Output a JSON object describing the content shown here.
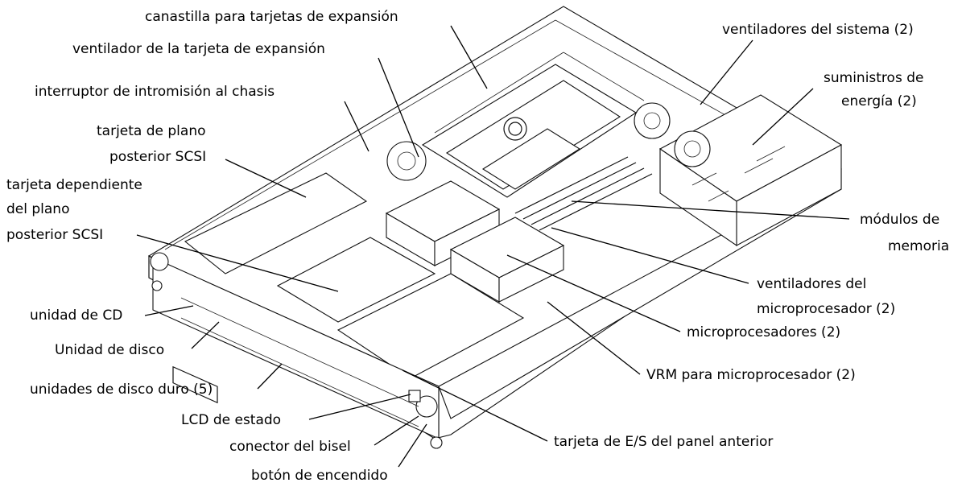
{
  "labels": {
    "card_cage": "canastilla para tarjetas de expansión",
    "system_fans": "ventiladores del sistema (2)",
    "card_fan": "ventilador de la tarjeta de expansión",
    "power_supplies_1": "suministros de",
    "power_supplies_2": "energía (2)",
    "intrusion_switch": "interruptor de intromisión al chasis",
    "backplane_1": "tarjeta de plano",
    "backplane_2": "posterior SCSI",
    "daughter_1": "tarjeta dependiente",
    "daughter_2": "del plano",
    "daughter_3": "posterior SCSI",
    "memory_1": "módulos de",
    "memory_2": "memoria",
    "cpu_fans_1": "ventiladores del",
    "cpu_fans_2": "microprocesador (2)",
    "cd_drive": "unidad de CD",
    "processors": "microprocesadores (2)",
    "diskette": "Unidad de disco",
    "vrm": "VRM para microprocesador (2)",
    "hard_drives": "unidades de disco duro (5)",
    "status_lcd": "LCD de estado",
    "bezel_connector": "conector del bisel",
    "io_board": "tarjeta de E/S del panel anterior",
    "power_button": "botón de encendido"
  }
}
